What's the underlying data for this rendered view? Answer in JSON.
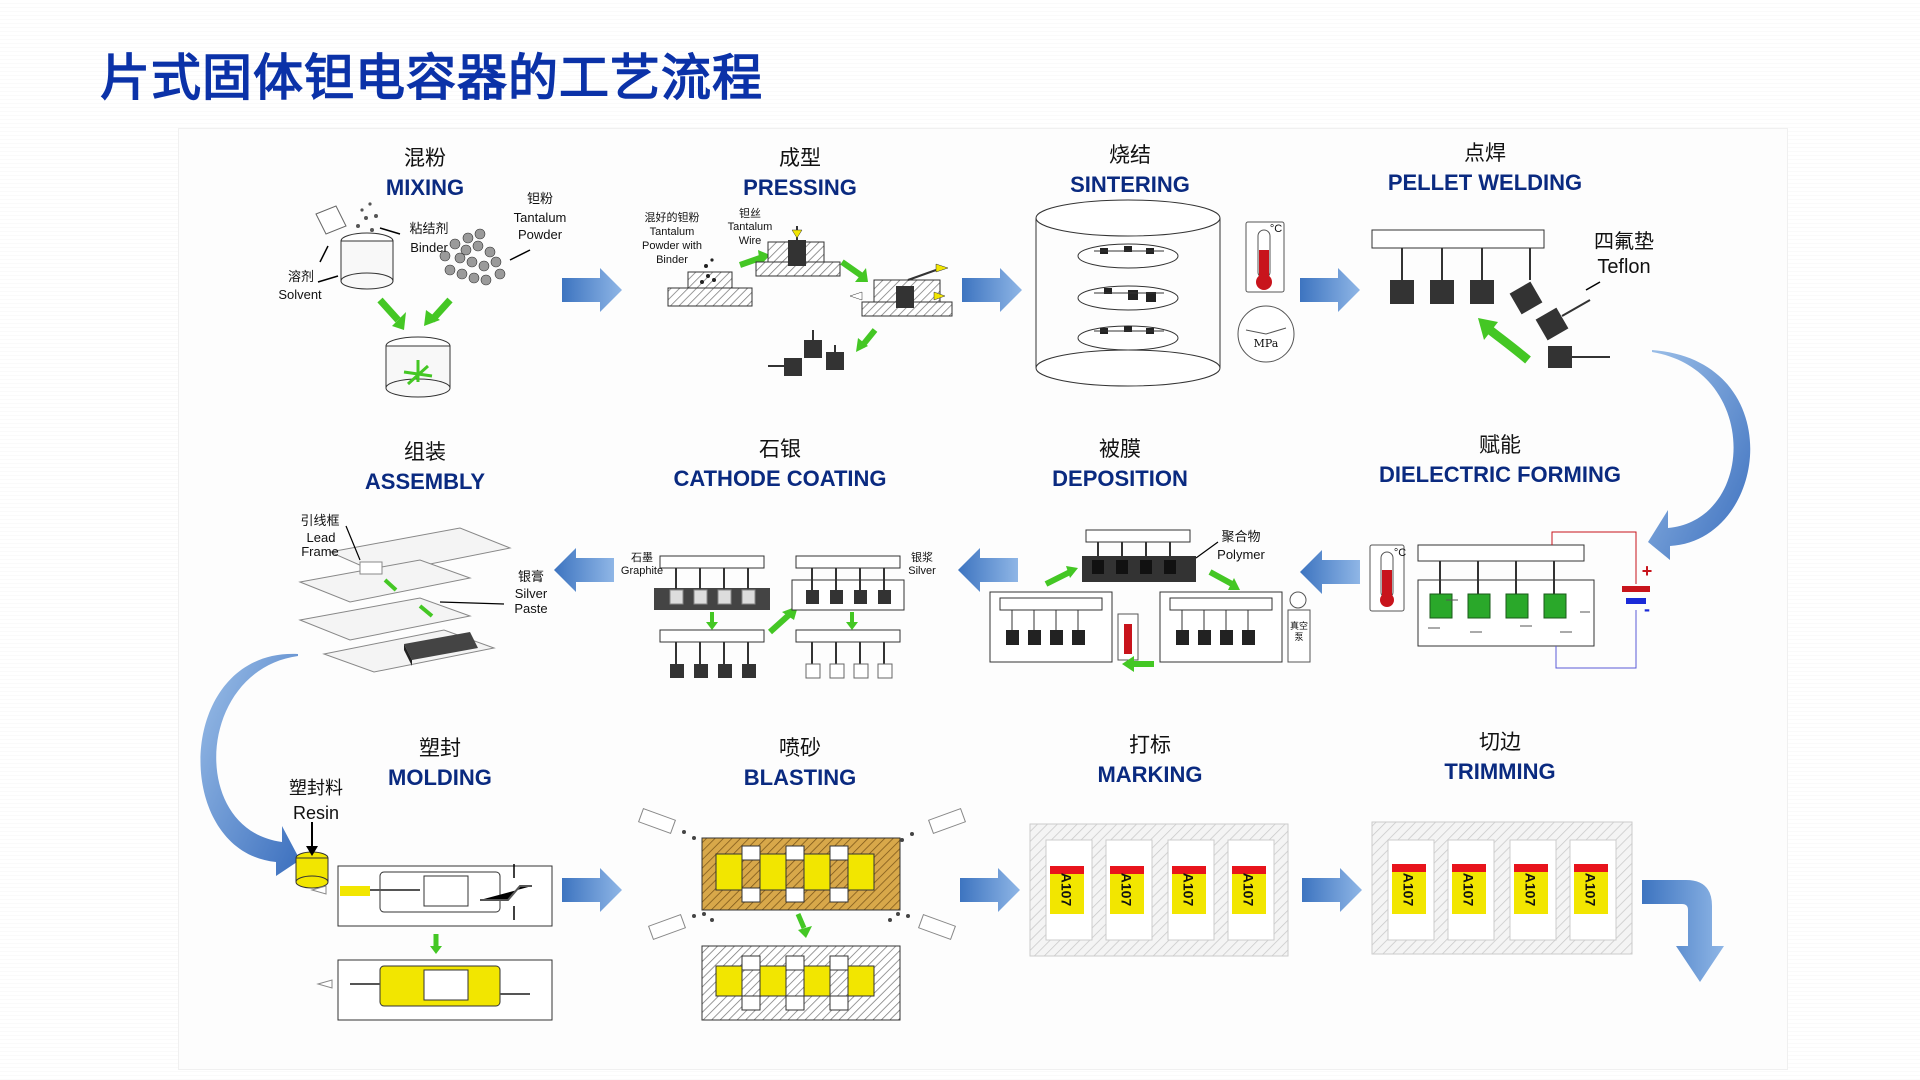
{
  "title": "片式固体钽电容器的工艺流程",
  "colors": {
    "title": "#0b32a8",
    "arrow": "#5b8fd0",
    "green_arrow": "#44c724",
    "yellow": "#f2e600",
    "label_en": "#0a2a80"
  },
  "stages": [
    {
      "cn": "混粉",
      "en": "MIXING"
    },
    {
      "cn": "成型",
      "en": "PRESSING"
    },
    {
      "cn": "烧结",
      "en": "SINTERING"
    },
    {
      "cn": "点焊",
      "en": "PELLET WELDING"
    },
    {
      "cn": "组装",
      "en": "ASSEMBLY"
    },
    {
      "cn": "石银",
      "en": "CATHODE COATING"
    },
    {
      "cn": "被膜",
      "en": "DEPOSITION"
    },
    {
      "cn": "赋能",
      "en": "DIELECTRIC FORMING"
    },
    {
      "cn": "塑封",
      "en": "MOLDING"
    },
    {
      "cn": "喷砂",
      "en": "BLASTING"
    },
    {
      "cn": "打标",
      "en": "MARKING"
    },
    {
      "cn": "切边",
      "en": "TRIMMING"
    }
  ],
  "labels": {
    "binder_cn": "粘结剂",
    "binder_en": "Binder",
    "ta_powder_cn": "钽粉",
    "ta_powder_en1": "Tantalum",
    "ta_powder_en2": "Powder",
    "solvent_cn": "溶剂",
    "solvent_en": "Solvent",
    "mixed_cn": "混好的钽粉",
    "mixed_en1": "Tantalum",
    "mixed_en2": "Powder with",
    "mixed_en3": "Binder",
    "wire_cn": "钽丝",
    "wire_en1": "Tantalum",
    "wire_en2": "Wire",
    "temp_unit": "°C",
    "pressure_unit": "MPa",
    "teflon_cn": "四氟垫",
    "teflon_en": "Teflon",
    "lead_cn": "引线框",
    "lead_en1": "Lead",
    "lead_en2": "Frame",
    "silver_paste_cn": "银膏",
    "silver_paste_en1": "Silver",
    "silver_paste_en2": "Paste",
    "graphite_cn": "石墨",
    "graphite_en": "Graphite",
    "silver_cn": "银浆",
    "silver_en": "Silver",
    "polymer_cn": "聚合物",
    "polymer_en": "Polymer",
    "vacuum_cn": "真空泵",
    "plus": "+",
    "minus": "-",
    "resin_cn": "塑封料",
    "resin_en": "Resin",
    "mark_code": "A107"
  }
}
